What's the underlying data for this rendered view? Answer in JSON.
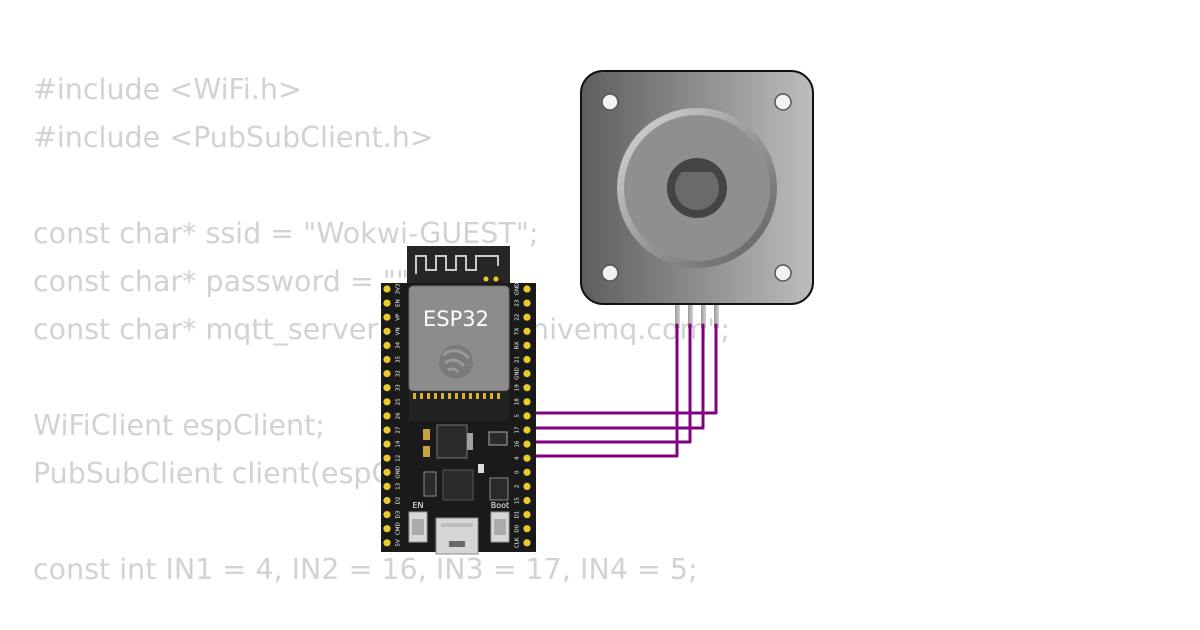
{
  "code_lines": [
    "#include <WiFi.h>",
    "#include <PubSubClient.h>",
    "",
    "const char* ssid = \"Wokwi-GUEST\";",
    "const char* password = \"\";",
    "const char* mqtt_server = \"broker.hivemq.com\";",
    "",
    "WiFiClient espClient;",
    "PubSubClient client(espClient);",
    "",
    "const int IN1 = 4, IN2 = 16, IN3 = 17, IN4 = 5;"
  ],
  "board": {
    "name": "ESP32",
    "button_en": "EN",
    "button_boot": "Boot",
    "left_pins": [
      "3V3",
      "EN",
      "VP",
      "VN",
      "34",
      "35",
      "32",
      "33",
      "25",
      "26",
      "27",
      "14",
      "12",
      "GND",
      "13",
      "D2",
      "D3",
      "CMD",
      "5V"
    ],
    "right_pins": [
      "GND",
      "23",
      "22",
      "TX",
      "RX",
      "21",
      "GND",
      "19",
      "18",
      "5",
      "17",
      "16",
      "4",
      "0",
      "2",
      "15",
      "D1",
      "D0",
      "CLK"
    ]
  },
  "wiring": {
    "wire_color": "#800080",
    "connections": [
      {
        "from": "5",
        "to": "motor-pin-4"
      },
      {
        "from": "17",
        "to": "motor-pin-3"
      },
      {
        "from": "16",
        "to": "motor-pin-2"
      },
      {
        "from": "4",
        "to": "motor-pin-1"
      }
    ]
  },
  "colors": {
    "code_text": "#d2d2d2",
    "board_pcb": "#1a1a1a",
    "pin_header": "#e8cc2a",
    "motor_body": "#8a8a8a"
  }
}
